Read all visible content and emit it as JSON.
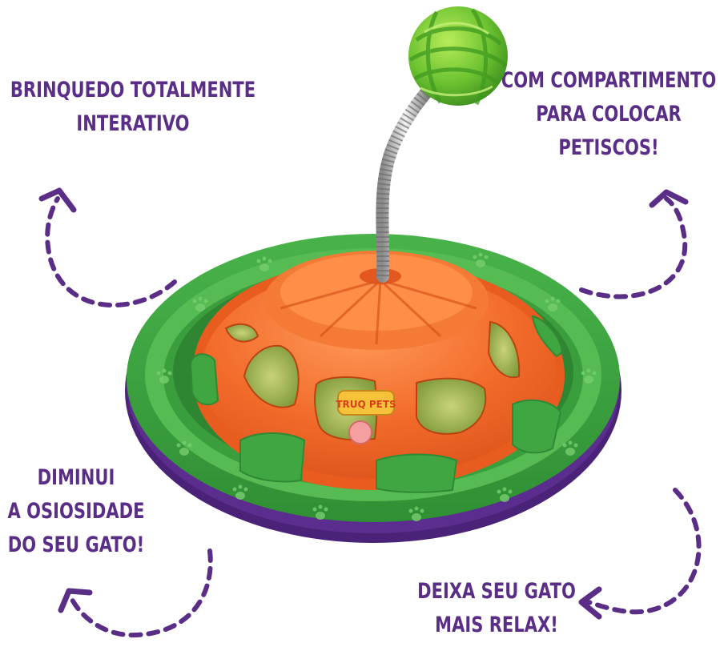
{
  "captions": {
    "top_left": [
      "BRINQUEDO TOTALMENTE",
      "INTERATIVO"
    ],
    "top_right": [
      "COM COMPARTIMENTO",
      "PARA COLOCAR",
      "PETISCOS!"
    ],
    "bottom_left": [
      "DIMINUI",
      "A OSIOSIDADE",
      "DO SEU GATO!"
    ],
    "bottom_right": [
      "DEIXA SEU GATO",
      "MAIS RELAX!"
    ]
  },
  "product_label": "TRUQ PETS",
  "icons": {
    "arrows": [
      "curved-dashed-arrow-icon"
    ],
    "paw_prints": "paw-print-icon"
  },
  "colors": {
    "text_purple": "#5a2d86",
    "ring_green": "#3aa13c",
    "dome_orange": "#f26a2a",
    "base_purple": "#5b2d8e",
    "ball_green": "#6cc230"
  }
}
